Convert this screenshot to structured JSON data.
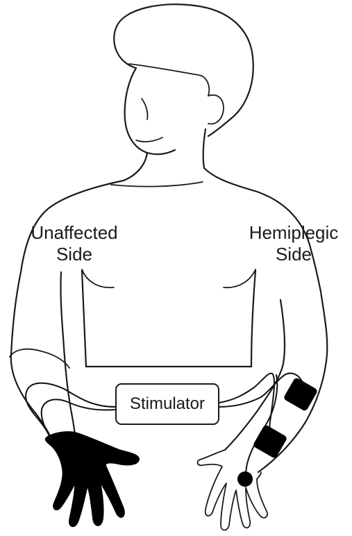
{
  "labels": {
    "unaffected_line1": "Unaffected",
    "unaffected_line2": "Side",
    "hemiplegic_line1": "Hemiplegic",
    "hemiplegic_line2": "Side",
    "device": "Stimulator"
  },
  "colors": {
    "ink": "#1a1a1a",
    "glove": "#000000",
    "electrode": "#000000",
    "background": "#ffffff"
  }
}
